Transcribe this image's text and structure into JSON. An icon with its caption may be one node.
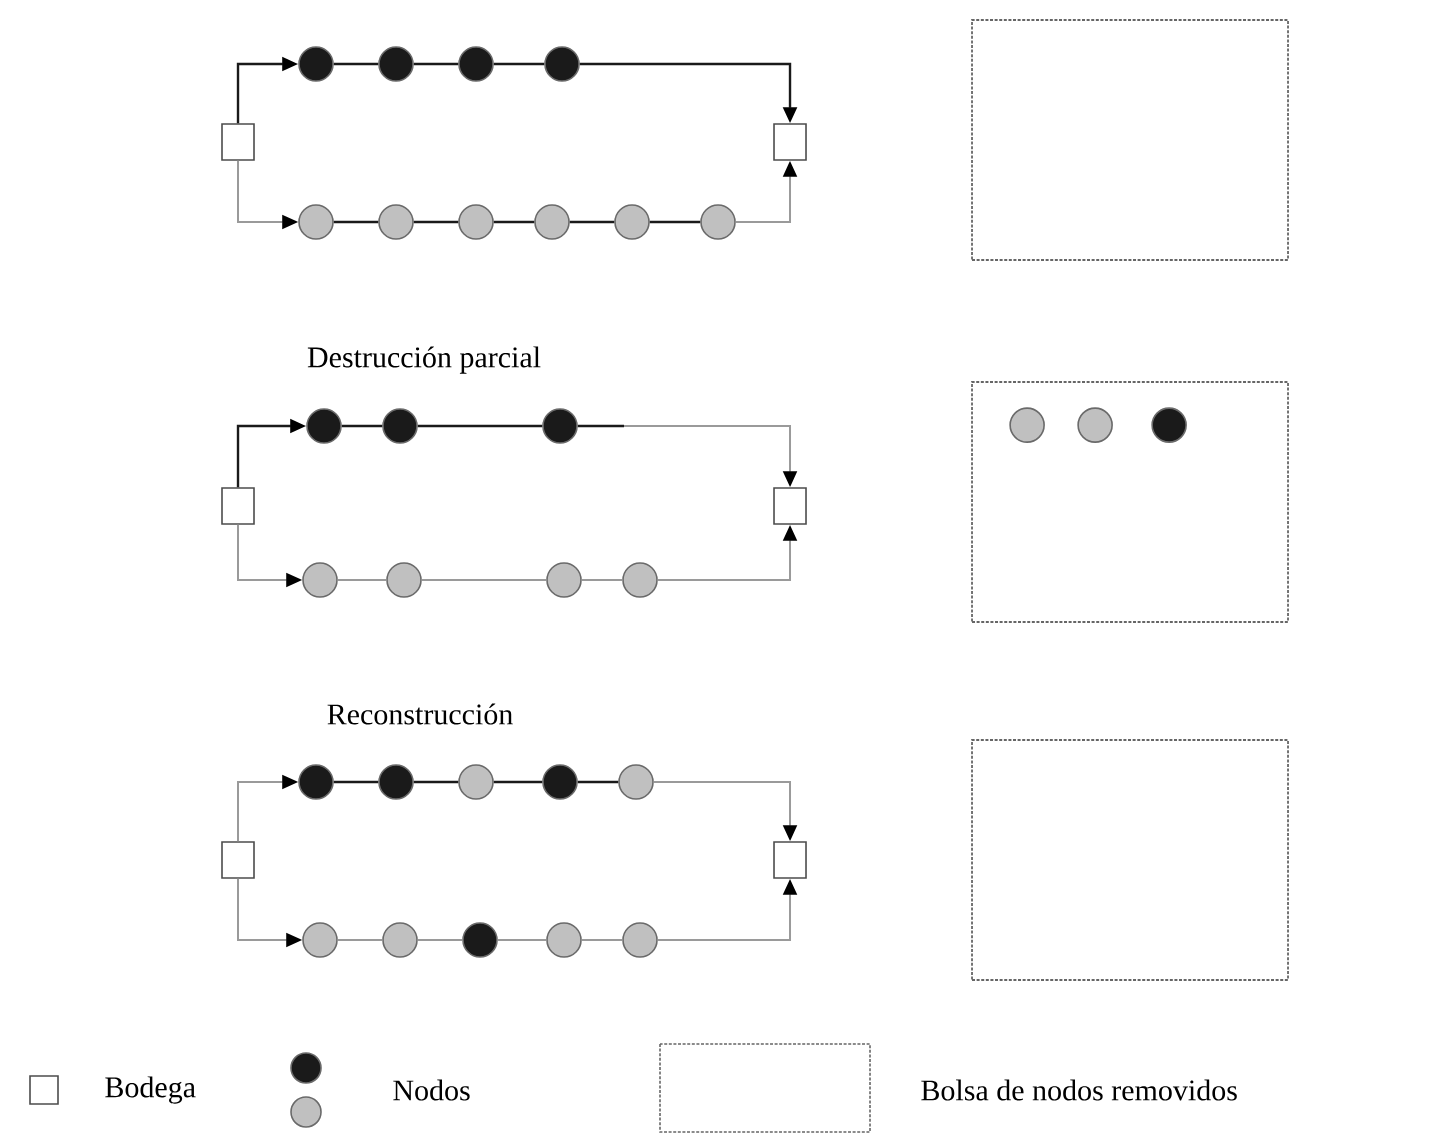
{
  "diagram": {
    "nodes": [
      {
        "text": [],
        "shape": "box"
      },
      {
        "text": [],
        "shape": "circle"
      },
      {
        "text": [],
        "shape": "circle"
      },
      {
        "text": [],
        "shape": "circle"
      },
      {
        "text": [],
        "shape": "circle"
      },
      {
        "text": [],
        "shape": "box"
      },
      {
        "text": [],
        "shape": "circle"
      },
      {
        "text": [],
        "shape": "circle"
      },
      {
        "text": [],
        "shape": "circle"
      },
      {
        "text": [],
        "shape": "circle"
      },
      {
        "text": [],
        "shape": "circle"
      },
      {
        "text": [],
        "shape": "circle"
      },
      {
        "text": [],
        "shape": "box"
      },
      {
        "text": [],
        "shape": "box"
      },
      {
        "text": [],
        "shape": "circle"
      },
      {
        "text": [],
        "shape": "circle"
      },
      {
        "text": [],
        "shape": "circle"
      },
      {
        "text": [],
        "shape": "box"
      },
      {
        "text": [],
        "shape": "circle"
      },
      {
        "text": [],
        "shape": "circle"
      },
      {
        "text": [],
        "shape": "circle"
      },
      {
        "text": [],
        "shape": "circle"
      },
      {
        "text": [],
        "shape": "box"
      },
      {
        "text": [],
        "shape": "circle",
        "in": 22
      },
      {
        "text": [],
        "shape": "circle",
        "in": 22
      },
      {
        "text": [],
        "shape": "circle",
        "in": 22
      },
      {
        "text": [],
        "shape": "box"
      },
      {
        "text": [],
        "shape": "circle"
      },
      {
        "text": [],
        "shape": "circle"
      },
      {
        "text": [],
        "shape": "circle"
      },
      {
        "text": [],
        "shape": "circle"
      },
      {
        "text": [],
        "shape": "circle"
      },
      {
        "text": [],
        "shape": "box"
      },
      {
        "text": [],
        "shape": "circle"
      },
      {
        "text": [],
        "shape": "circle"
      },
      {
        "text": [],
        "shape": "circle"
      },
      {
        "text": [],
        "shape": "circle"
      },
      {
        "text": [],
        "shape": "circle"
      },
      {
        "text": [],
        "shape": "box"
      }
    ],
    "edges": [
      {
        "from": 0,
        "to": 1,
        "arrow": "to"
      },
      {
        "from": 1,
        "to": 2,
        "arrow": "none"
      },
      {
        "from": 2,
        "to": 3,
        "arrow": "none"
      },
      {
        "from": 3,
        "to": 4,
        "arrow": "none"
      },
      {
        "from": 4,
        "to": 5,
        "arrow": "to"
      },
      {
        "from": 0,
        "to": 6,
        "arrow": "to",
        "color": "#9a9a9a"
      },
      {
        "from": 6,
        "to": 7,
        "arrow": "none"
      },
      {
        "from": 7,
        "to": 8,
        "arrow": "none"
      },
      {
        "from": 8,
        "to": 9,
        "arrow": "none"
      },
      {
        "from": 9,
        "to": 10,
        "arrow": "none"
      },
      {
        "from": 10,
        "to": 11,
        "arrow": "none"
      },
      {
        "from": 11,
        "to": 5,
        "arrow": "to",
        "color": "#9a9a9a"
      },
      {
        "from": 13,
        "to": 14,
        "arrow": "to"
      },
      {
        "from": 14,
        "to": 15,
        "arrow": "none"
      },
      {
        "from": 15,
        "to": 16,
        "arrow": "none"
      },
      {
        "from": 16,
        "to": 17,
        "arrow": "to",
        "color": "#9a9a9a"
      },
      {
        "from": 13,
        "to": 18,
        "arrow": "to",
        "color": "#9a9a9a"
      },
      {
        "from": 18,
        "to": 19,
        "arrow": "none",
        "color": "#9a9a9a"
      },
      {
        "from": 19,
        "to": 20,
        "arrow": "none",
        "color": "#9a9a9a"
      },
      {
        "from": 20,
        "to": 21,
        "arrow": "none",
        "color": "#9a9a9a"
      },
      {
        "from": 21,
        "to": 17,
        "arrow": "to",
        "color": "#9a9a9a"
      },
      {
        "from": 26,
        "to": 27,
        "arrow": "to",
        "color": "#9a9a9a"
      },
      {
        "from": 27,
        "to": 28,
        "arrow": "none"
      },
      {
        "from": 28,
        "to": 29,
        "arrow": "none"
      },
      {
        "from": 29,
        "to": 30,
        "arrow": "none"
      },
      {
        "from": 30,
        "to": 31,
        "arrow": "none"
      },
      {
        "from": 31,
        "to": 32,
        "arrow": "to",
        "color": "#9a9a9a"
      },
      {
        "from": 26,
        "to": 33,
        "arrow": "to",
        "color": "#9a9a9a"
      },
      {
        "from": 33,
        "to": 34,
        "arrow": "none",
        "color": "#9a9a9a"
      },
      {
        "from": 34,
        "to": 35,
        "arrow": "none",
        "color": "#9a9a9a"
      },
      {
        "from": 35,
        "to": 36,
        "arrow": "none",
        "color": "#9a9a9a"
      },
      {
        "from": 36,
        "to": 37,
        "arrow": "none",
        "color": "#9a9a9a"
      },
      {
        "from": 37,
        "to": 32,
        "arrow": "to",
        "color": "#9a9a9a"
      }
    ],
    "labels": [
      "Destrucción parcial",
      "Reconstrucción"
    ],
    "legend": [
      {
        "text": "Bodega"
      },
      {
        "text": "Nodos"
      },
      {
        "text": "Bolsa de nodos removidos"
      }
    ]
  }
}
